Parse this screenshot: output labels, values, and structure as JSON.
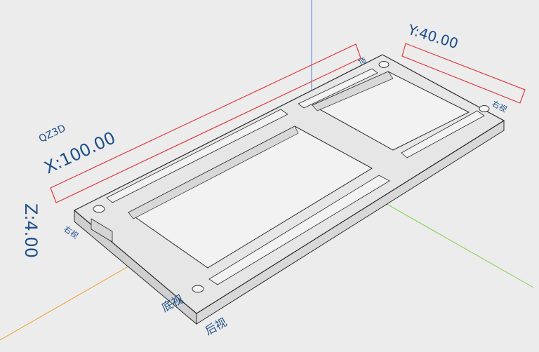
{
  "viewport": {
    "background": "#ececec",
    "dimensions": {
      "x_text": "X:100.00",
      "y_text": "Y:40.00",
      "z_text": "Z:4.00"
    },
    "logo_text": "QZ3D",
    "view_labels": {
      "back": "后视",
      "bottom": "底视",
      "right": "右视",
      "top_short": "顶",
      "right_short": "右视"
    },
    "colors": {
      "dim_box": "#e03a3a",
      "dim_text": "#1e4f8a",
      "axis_x": "#f0a030",
      "axis_y": "#7ed14a",
      "axis_z": "#4a7fe0",
      "part_top": "#e6e6e6",
      "part_side": "#cfcfcf",
      "part_edge": "#2a2a2a"
    }
  }
}
